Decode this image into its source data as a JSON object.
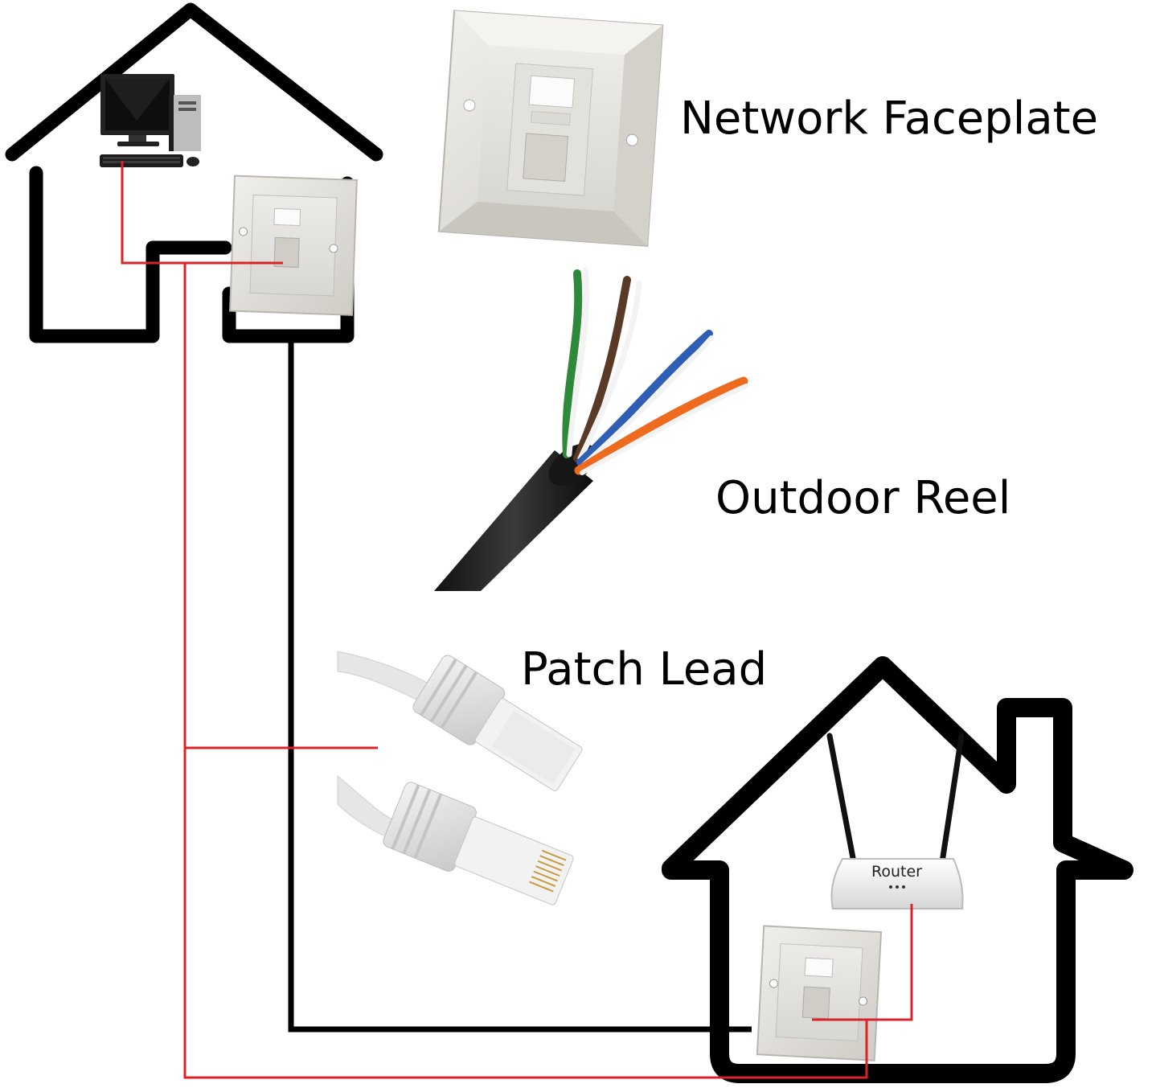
{
  "labels": {
    "faceplate": "Network Faceplate",
    "outdoor_reel": "Outdoor Reel",
    "patch_lead": "Patch Lead",
    "router": "Router"
  },
  "colors": {
    "outline": "#000000",
    "patch_wire": "#d8232a",
    "outdoor_cable": "#000000",
    "faceplate": "#e6e4e0",
    "wire_green": "#2e8a3a",
    "wire_brown": "#5a3a26",
    "wire_blue": "#2f5fb5",
    "wire_orange": "#ee6a1e"
  }
}
